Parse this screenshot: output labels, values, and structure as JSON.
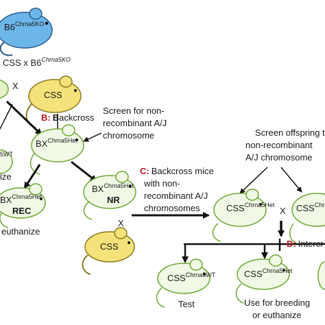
{
  "colors": {
    "blue_mouse": "#6db6e9",
    "yellow_mouse": "#f5e27a",
    "pale_green_mouse": "#f1f8e6",
    "green_outline": "#6ca832",
    "step_letter": "#c0181b"
  },
  "labels": {
    "top_mouse_base": "B6",
    "top_mouse_sup": "Chrna5KO",
    "cross_base": "CSS x B6",
    "cross_sup": "Chrna5KO",
    "cross_x": "X",
    "css": "CSS",
    "step_b_letter": "B:",
    "step_b_rest_letter": "B",
    "step_b_rest": "ackcross",
    "screen_nonrec_1": "Screen for non-",
    "screen_nonrec_2": "recombinant A/J",
    "screen_nonrec_3": "chromosome",
    "bx_base": "BX",
    "bx_sup": "Chrna5Het",
    "left_wt_sup": "5WT",
    "left_ize": "ize",
    "rec_base": "BX",
    "rec_sup": "Chrna5Het",
    "rec_tag": "REC",
    "left_euthanize": "euthanize",
    "nr_base": "BX",
    "nr_sup": "Chrna5Het",
    "nr_tag": "NR",
    "step_c_letter": "C:",
    "step_c_1": "Backcross mice",
    "step_c_2": "with non-",
    "step_c_3": "recombinant A/J",
    "step_c_4": "chromosomes",
    "nr_x": "X",
    "css_bottom": "CSS",
    "screen_offspring_1": "Screen offspring t",
    "screen_offspring_2": "non-recombinant",
    "screen_offspring_3": "A/J chromosome",
    "css_het_base": "CSS",
    "css_het_sup": "Chrna5Het",
    "css_right_sup": "Chrna",
    "mid_x": "X",
    "step_d_letter": "D:",
    "step_d_rest": "Intercr",
    "wt_base": "CSS",
    "wt_sup": "Chrna5WT",
    "het_base": "CSS",
    "het_sup": "Chrna5Het",
    "test": "Test",
    "use_breeding_1": "Use for breeding",
    "use_breeding_2": "or euthanize"
  }
}
